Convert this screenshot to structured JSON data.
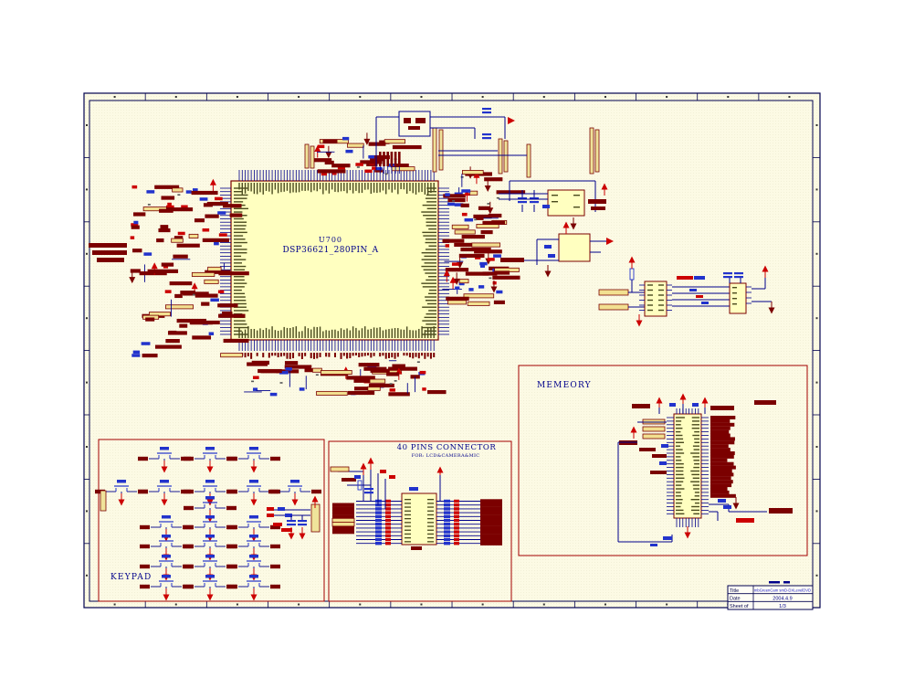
{
  "chip": {
    "refdes": "U700",
    "part": "DSP36621_280PIN_A"
  },
  "blocks": {
    "memory": {
      "title": "MEMEORY"
    },
    "connector": {
      "title": "40 PINS CONNECTOR",
      "subtitle": "FOR:   LCD&CAMERA&MIC"
    },
    "keypad": {
      "title": "KEYPAD"
    }
  },
  "title_block": {
    "rows": [
      {
        "label": "Title",
        "value": "mbGreenCam smD-DXLevelDVD"
      },
      {
        "label": "Date",
        "value": "2004.4.9"
      },
      {
        "label": "Sheet of",
        "value": "1/3"
      }
    ]
  },
  "colors": {
    "page_bg": "#FFFFFF",
    "sheet_bg": "#FCFAE4",
    "border": "#00004F",
    "wire": "#00008B",
    "chip_fill": "#FFFFC0",
    "component_border": "#7B0000",
    "net_label": "#7B0000",
    "highlight_fill": "#F2E090",
    "blue_mark": "#2233CC",
    "red_mark": "#CC0000",
    "block_border": "#A40000",
    "tan_fill": "#EFE39A",
    "text_navy": "#00008B",
    "pin_text": "#4A4A1E",
    "value_blue": "#2222CC"
  }
}
